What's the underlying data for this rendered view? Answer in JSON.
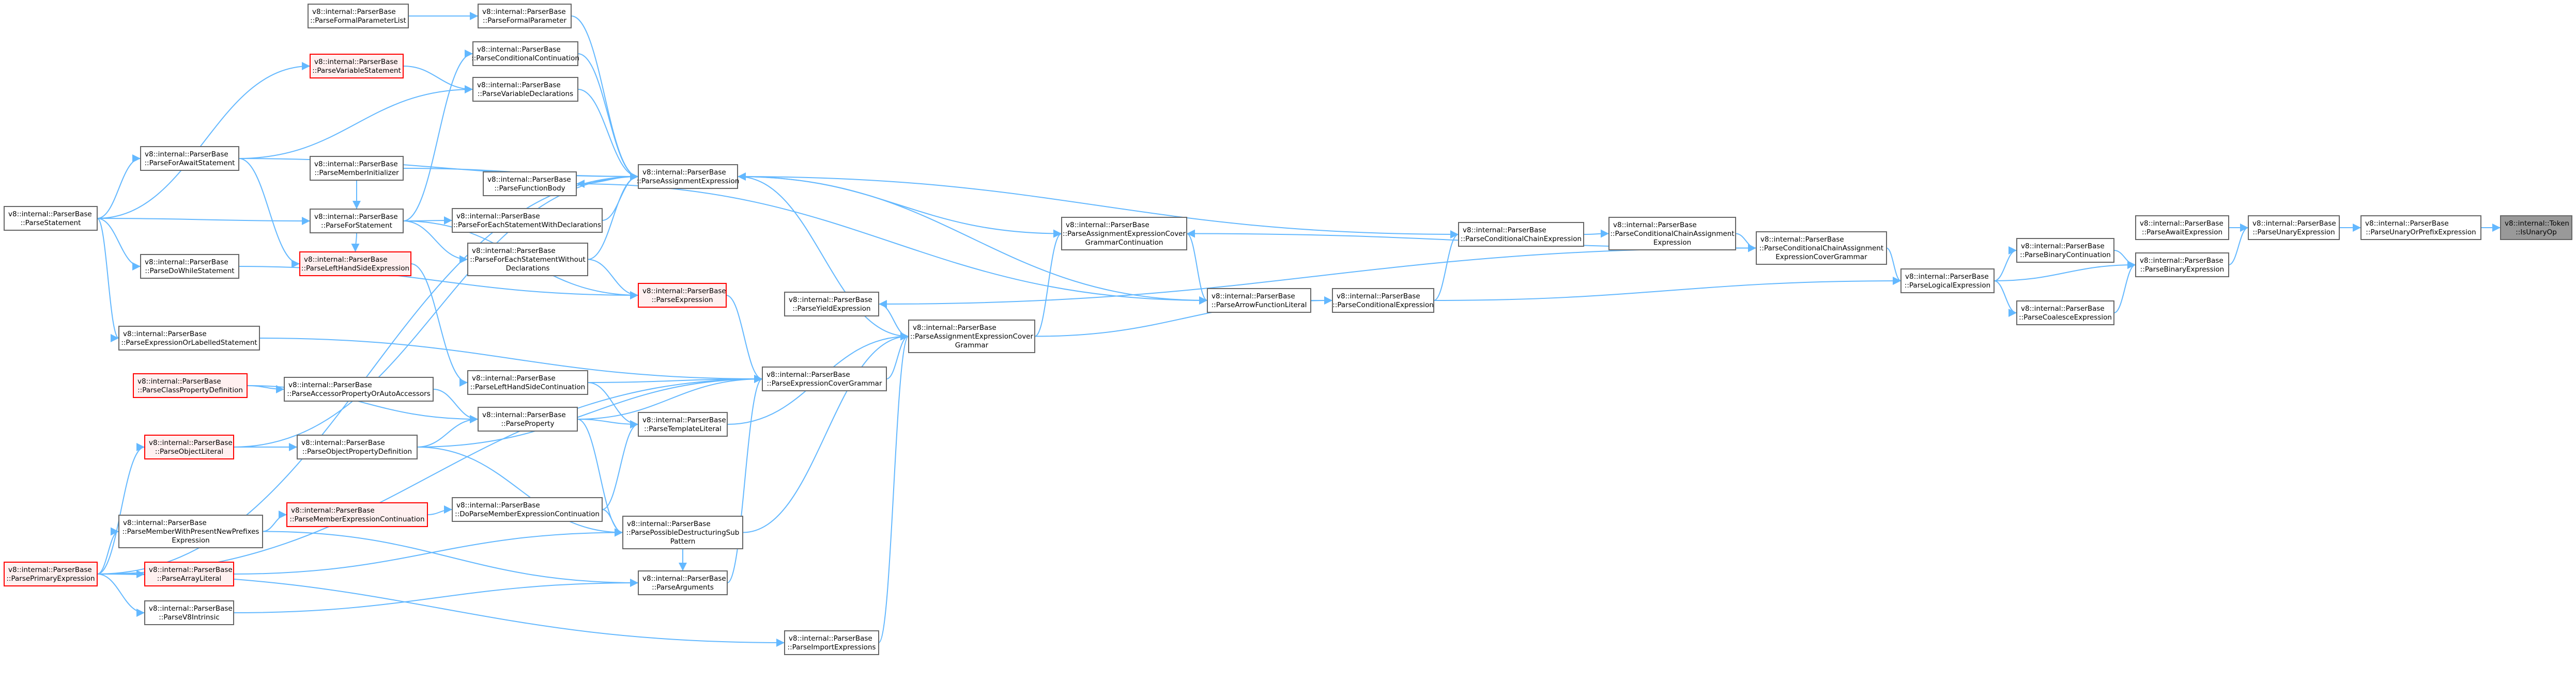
{
  "colors": {
    "edge": "#63b8ff",
    "node_border": "#666666",
    "node_fill": "#ffffff",
    "recursive_border": "#ff0000",
    "recursive_fill": "#fff0f0",
    "root_fill": "#999999",
    "root_border": "#666666"
  },
  "nodes": [
    {
      "id": "root",
      "lines": [
        "v8::internal::Token",
        "::IsUnaryOp"
      ],
      "style": "root"
    },
    {
      "id": "puope",
      "lines": [
        "v8::internal::ParserBase",
        "::ParseUnaryOrPrefixExpression"
      ],
      "style": "normal"
    },
    {
      "id": "pue",
      "lines": [
        "v8::internal::ParserBase",
        "::ParseUnaryExpression"
      ],
      "style": "normal"
    },
    {
      "id": "pawe",
      "lines": [
        "v8::internal::ParserBase",
        "::ParseAwaitExpression"
      ],
      "style": "normal"
    },
    {
      "id": "pbe",
      "lines": [
        "v8::internal::ParserBase",
        "::ParseBinaryExpression"
      ],
      "style": "normal"
    },
    {
      "id": "pbc",
      "lines": [
        "v8::internal::ParserBase",
        "::ParseBinaryContinuation"
      ],
      "style": "normal"
    },
    {
      "id": "pce",
      "lines": [
        "v8::internal::ParserBase",
        "::ParseCoalesceExpression"
      ],
      "style": "normal"
    },
    {
      "id": "ple",
      "lines": [
        "v8::internal::ParserBase",
        "::ParseLogicalExpression"
      ],
      "style": "normal"
    },
    {
      "id": "pccae",
      "lines": [
        "v8::internal::ParserBase",
        "::ParseConditionalChainAssignment",
        "ExpressionCoverGrammar"
      ],
      "style": "normal"
    },
    {
      "id": "pcca",
      "lines": [
        "v8::internal::ParserBase",
        "::ParseConditionalChainAssignment",
        "Expression"
      ],
      "style": "normal"
    },
    {
      "id": "pcche",
      "lines": [
        "v8::internal::ParserBase",
        "::ParseConditionalChainExpression"
      ],
      "style": "normal"
    },
    {
      "id": "pcond",
      "lines": [
        "v8::internal::ParserBase",
        "::ParseConditionalExpression"
      ],
      "style": "normal"
    },
    {
      "id": "pafl",
      "lines": [
        "v8::internal::ParserBase",
        "::ParseArrowFunctionLiteral"
      ],
      "style": "normal"
    },
    {
      "id": "paecgc",
      "lines": [
        "v8::internal::ParserBase",
        "::ParseAssignmentExpressionCover",
        "GrammarContinuation"
      ],
      "style": "normal"
    },
    {
      "id": "paecg",
      "lines": [
        "v8::internal::ParserBase",
        "::ParseAssignmentExpressionCover",
        "Grammar"
      ],
      "style": "normal"
    },
    {
      "id": "pye",
      "lines": [
        "v8::internal::ParserBase",
        "::ParseYieldExpression"
      ],
      "style": "normal"
    },
    {
      "id": "pie",
      "lines": [
        "v8::internal::ParserBase",
        "::ParseImportExpressions"
      ],
      "style": "normal"
    },
    {
      "id": "pae",
      "lines": [
        "v8::internal::ParserBase",
        "::ParseAssignmentExpression"
      ],
      "style": "normal"
    },
    {
      "id": "pexpr",
      "lines": [
        "v8::internal::ParserBase",
        "::ParseExpression"
      ],
      "style": "recursive"
    },
    {
      "id": "pecg",
      "lines": [
        "v8::internal::ParserBase",
        "::ParseExpressionCoverGrammar"
      ],
      "style": "normal"
    },
    {
      "id": "ptl",
      "lines": [
        "v8::internal::ParserBase",
        "::ParseTemplateLiteral"
      ],
      "style": "normal"
    },
    {
      "id": "ppds",
      "lines": [
        "v8::internal::ParserBase",
        "::ParsePossibleDestructuringSub",
        "Pattern"
      ],
      "style": "normal"
    },
    {
      "id": "pargs",
      "lines": [
        "v8::internal::ParserBase",
        "::ParseArguments"
      ],
      "style": "normal"
    },
    {
      "id": "pfp",
      "lines": [
        "v8::internal::ParserBase",
        "::ParseFormalParameter"
      ],
      "style": "normal"
    },
    {
      "id": "pfpl",
      "lines": [
        "v8::internal::ParserBase",
        "::ParseFormalParameterList"
      ],
      "style": "normal"
    },
    {
      "id": "pcc",
      "lines": [
        "v8::internal::ParserBase",
        "::ParseConditionalContinuation"
      ],
      "style": "normal"
    },
    {
      "id": "pvd",
      "lines": [
        "v8::internal::ParserBase",
        "::ParseVariableDeclarations"
      ],
      "style": "normal"
    },
    {
      "id": "pvs",
      "lines": [
        "v8::internal::ParserBase",
        "::ParseVariableStatement"
      ],
      "style": "recursive"
    },
    {
      "id": "pfb",
      "lines": [
        "v8::internal::ParserBase",
        "::ParseFunctionBody"
      ],
      "style": "normal"
    },
    {
      "id": "pfeswd",
      "lines": [
        "v8::internal::ParserBase",
        "::ParseForEachStatementWithDeclarations"
      ],
      "style": "normal"
    },
    {
      "id": "pfeswod",
      "lines": [
        "v8::internal::ParserBase",
        "::ParseForEachStatementWithout",
        "Declarations"
      ],
      "style": "normal"
    },
    {
      "id": "plhsc",
      "lines": [
        "v8::internal::ParserBase",
        "::ParseLeftHandSideContinuation"
      ],
      "style": "normal"
    },
    {
      "id": "pprop",
      "lines": [
        "v8::internal::ParserBase",
        "::ParseProperty"
      ],
      "style": "normal"
    },
    {
      "id": "dpmec",
      "lines": [
        "v8::internal::ParserBase",
        "::DoParseMemberExpressionContinuation"
      ],
      "style": "normal"
    },
    {
      "id": "pfas",
      "lines": [
        "v8::internal::ParserBase",
        "::ParseForAwaitStatement"
      ],
      "style": "normal"
    },
    {
      "id": "pmi",
      "lines": [
        "v8::internal::ParserBase",
        "::ParseMemberInitializer"
      ],
      "style": "normal"
    },
    {
      "id": "pfs",
      "lines": [
        "v8::internal::ParserBase",
        "::ParseForStatement"
      ],
      "style": "normal"
    },
    {
      "id": "plhse",
      "lines": [
        "v8::internal::ParserBase",
        "::ParseLeftHandSideExpression"
      ],
      "style": "recursive"
    },
    {
      "id": "pdws",
      "lines": [
        "v8::internal::ParserBase",
        "::ParseDoWhileStatement"
      ],
      "style": "normal"
    },
    {
      "id": "peols",
      "lines": [
        "v8::internal::ParserBase",
        "::ParseExpressionOrLabelledStatement"
      ],
      "style": "normal"
    },
    {
      "id": "pcpd",
      "lines": [
        "v8::internal::ParserBase",
        "::ParseClassPropertyDefinition"
      ],
      "style": "recursive"
    },
    {
      "id": "papoaa",
      "lines": [
        "v8::internal::ParserBase",
        "::ParseAccessorPropertyOrAutoAccessors"
      ],
      "style": "normal"
    },
    {
      "id": "pol",
      "lines": [
        "v8::internal::ParserBase",
        "::ParseObjectLiteral"
      ],
      "style": "recursive"
    },
    {
      "id": "popd",
      "lines": [
        "v8::internal::ParserBase",
        "::ParseObjectPropertyDefinition"
      ],
      "style": "normal"
    },
    {
      "id": "pmec",
      "lines": [
        "v8::internal::ParserBase",
        "::ParseMemberExpressionContinuation"
      ],
      "style": "recursive"
    },
    {
      "id": "pmwpnpe",
      "lines": [
        "v8::internal::ParserBase",
        "::ParseMemberWithPresentNewPrefixes",
        "Expression"
      ],
      "style": "normal"
    },
    {
      "id": "pal",
      "lines": [
        "v8::internal::ParserBase",
        "::ParseArrayLiteral"
      ],
      "style": "recursive"
    },
    {
      "id": "pv8i",
      "lines": [
        "v8::internal::ParserBase",
        "::ParseV8Intrinsic"
      ],
      "style": "normal"
    },
    {
      "id": "ppe",
      "lines": [
        "v8::internal::ParserBase",
        "::ParsePrimaryExpression"
      ],
      "style": "recursive"
    },
    {
      "id": "pstmt",
      "lines": [
        "v8::internal::ParserBase",
        "::ParseStatement"
      ],
      "style": "normal"
    }
  ],
  "edges": [
    [
      "puope",
      "root"
    ],
    [
      "pue",
      "puope"
    ],
    [
      "pawe",
      "pue"
    ],
    [
      "pbe",
      "pue"
    ],
    [
      "pbc",
      "pbe"
    ],
    [
      "pce",
      "pbe"
    ],
    [
      "ple",
      "pbc"
    ],
    [
      "ple",
      "pbe"
    ],
    [
      "ple",
      "pce"
    ],
    [
      "pccae",
      "ple"
    ],
    [
      "pcond",
      "ple"
    ],
    [
      "pcca",
      "pccae"
    ],
    [
      "pcche",
      "pcca"
    ],
    [
      "pcond",
      "pcche"
    ],
    [
      "pafl",
      "pcond"
    ],
    [
      "paecg",
      "pcond"
    ],
    [
      "paecgc",
      "pafl"
    ],
    [
      "pae",
      "pafl"
    ],
    [
      "paecg",
      "paecgc"
    ],
    [
      "pccae",
      "paecgc"
    ],
    [
      "pae",
      "paecgc"
    ],
    [
      "pye",
      "paecg"
    ],
    [
      "pccae",
      "pye"
    ],
    [
      "pecg",
      "paecg"
    ],
    [
      "pae",
      "paecg"
    ],
    [
      "pie",
      "paecg"
    ],
    [
      "ptl",
      "paecg"
    ],
    [
      "ppds",
      "paecg"
    ],
    [
      "pfp",
      "pae"
    ],
    [
      "pfpl",
      "pfp"
    ],
    [
      "pcc",
      "pae"
    ],
    [
      "pvd",
      "pae"
    ],
    [
      "pvs",
      "pvd"
    ],
    [
      "pfas",
      "pvd"
    ],
    [
      "pfb",
      "pae"
    ],
    [
      "pcche",
      "pae"
    ],
    [
      "pfas",
      "pae"
    ],
    [
      "pmi",
      "pae"
    ],
    [
      "pfeswd",
      "pae"
    ],
    [
      "pfs",
      "pfeswd"
    ],
    [
      "pfeswod",
      "pae"
    ],
    [
      "pfs",
      "pfeswod"
    ],
    [
      "pfs",
      "pcc"
    ],
    [
      "pstmt",
      "pfs"
    ],
    [
      "pstmt",
      "pfas"
    ],
    [
      "pstmt",
      "pdws"
    ],
    [
      "pstmt",
      "peols"
    ],
    [
      "pstmt",
      "pvs"
    ],
    [
      "pfas",
      "plhse"
    ],
    [
      "pfs",
      "plhse"
    ],
    [
      "pmi",
      "pfs"
    ],
    [
      "pexpr",
      "pecg"
    ],
    [
      "pdws",
      "pexpr"
    ],
    [
      "pfeswod",
      "pexpr"
    ],
    [
      "pfs",
      "pexpr"
    ],
    [
      "pafl",
      "pfb"
    ],
    [
      "peols",
      "pecg"
    ],
    [
      "pol",
      "pae"
    ],
    [
      "plhsc",
      "pecg"
    ],
    [
      "pprop",
      "pecg"
    ],
    [
      "pargs",
      "pecg"
    ],
    [
      "ppe",
      "pecg"
    ],
    [
      "popd",
      "pecg"
    ],
    [
      "plhse",
      "plhsc"
    ],
    [
      "pprop",
      "ptl"
    ],
    [
      "dpmec",
      "ptl"
    ],
    [
      "plhsc",
      "ptl"
    ],
    [
      "pprop",
      "ppds"
    ],
    [
      "pcpd",
      "papoaa"
    ],
    [
      "papoaa",
      "pprop"
    ],
    [
      "popd",
      "pprop"
    ],
    [
      "pol",
      "popd"
    ],
    [
      "pcpd",
      "pprop"
    ],
    [
      "pmwpnpe",
      "pmec"
    ],
    [
      "pmec",
      "dpmec"
    ],
    [
      "popd",
      "ppds"
    ],
    [
      "dpmec",
      "ppds"
    ],
    [
      "pmwpnpe",
      "pargs"
    ],
    [
      "ppe",
      "pol"
    ],
    [
      "ppe",
      "pmwpnpe"
    ],
    [
      "ppe",
      "pal"
    ],
    [
      "ppe",
      "pv8i"
    ],
    [
      "pal",
      "ppds"
    ],
    [
      "pv8i",
      "pargs"
    ],
    [
      "ppe",
      "pie"
    ],
    [
      "ppe",
      "pae"
    ],
    [
      "ppds",
      "pargs"
    ]
  ]
}
